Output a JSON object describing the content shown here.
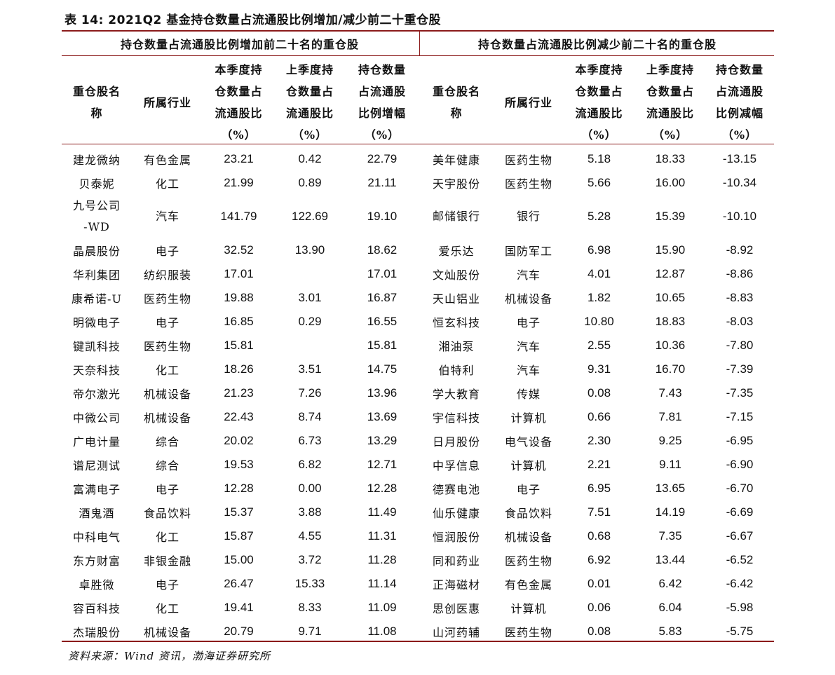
{
  "title": "表 14:  2021Q2 基金持仓数量占流通股比例增加/减少前二十重仓股",
  "groups": {
    "left": "持仓数量占流通股比例增加前二十名的重仓股",
    "right": "持仓数量占流通股比例减少前二十名的重仓股"
  },
  "headers": {
    "left": [
      "重仓股名\n称",
      "所属行业",
      "本季度持\n仓数量占\n流通股比\n（%）",
      "上季度持\n仓数量占\n流通股比\n（%）",
      "持仓数量\n占流通股\n比例增幅\n（%）"
    ],
    "right": [
      "重仓股名\n称",
      "所属行业",
      "本季度持\n仓数量占\n流通股比\n（%）",
      "上季度持\n仓数量占\n流通股比\n（%）",
      "持仓数量\n占流通股\n比例减幅\n（%）"
    ]
  },
  "rows": [
    [
      "建龙微纳",
      "有色金属",
      "23.21",
      "0.42",
      "22.79",
      "美年健康",
      "医药生物",
      "5.18",
      "18.33",
      "-13.15"
    ],
    [
      "贝泰妮",
      "化工",
      "21.99",
      "0.89",
      "21.11",
      "天宇股份",
      "医药生物",
      "5.66",
      "16.00",
      "-10.34"
    ],
    [
      "九号公司\n-WD",
      "汽车",
      "141.79",
      "122.69",
      "19.10",
      "邮储银行",
      "银行",
      "5.28",
      "15.39",
      "-10.10"
    ],
    [
      "晶晨股份",
      "电子",
      "32.52",
      "13.90",
      "18.62",
      "爱乐达",
      "国防军工",
      "6.98",
      "15.90",
      "-8.92"
    ],
    [
      "华利集团",
      "纺织服装",
      "17.01",
      "",
      "17.01",
      "文灿股份",
      "汽车",
      "4.01",
      "12.87",
      "-8.86"
    ],
    [
      "康希诺-U",
      "医药生物",
      "19.88",
      "3.01",
      "16.87",
      "天山铝业",
      "机械设备",
      "1.82",
      "10.65",
      "-8.83"
    ],
    [
      "明微电子",
      "电子",
      "16.85",
      "0.29",
      "16.55",
      "恒玄科技",
      "电子",
      "10.80",
      "18.83",
      "-8.03"
    ],
    [
      "键凯科技",
      "医药生物",
      "15.81",
      "",
      "15.81",
      "湘油泵",
      "汽车",
      "2.55",
      "10.36",
      "-7.80"
    ],
    [
      "天奈科技",
      "化工",
      "18.26",
      "3.51",
      "14.75",
      "伯特利",
      "汽车",
      "9.31",
      "16.70",
      "-7.39"
    ],
    [
      "帝尔激光",
      "机械设备",
      "21.23",
      "7.26",
      "13.96",
      "学大教育",
      "传媒",
      "0.08",
      "7.43",
      "-7.35"
    ],
    [
      "中微公司",
      "机械设备",
      "22.43",
      "8.74",
      "13.69",
      "宇信科技",
      "计算机",
      "0.66",
      "7.81",
      "-7.15"
    ],
    [
      "广电计量",
      "综合",
      "20.02",
      "6.73",
      "13.29",
      "日月股份",
      "电气设备",
      "2.30",
      "9.25",
      "-6.95"
    ],
    [
      "谱尼测试",
      "综合",
      "19.53",
      "6.82",
      "12.71",
      "中孚信息",
      "计算机",
      "2.21",
      "9.11",
      "-6.90"
    ],
    [
      "富满电子",
      "电子",
      "12.28",
      "0.00",
      "12.28",
      "德赛电池",
      "电子",
      "6.95",
      "13.65",
      "-6.70"
    ],
    [
      "酒鬼酒",
      "食品饮料",
      "15.37",
      "3.88",
      "11.49",
      "仙乐健康",
      "食品饮料",
      "7.51",
      "14.19",
      "-6.69"
    ],
    [
      "中科电气",
      "化工",
      "15.87",
      "4.55",
      "11.31",
      "恒润股份",
      "机械设备",
      "0.68",
      "7.35",
      "-6.67"
    ],
    [
      "东方财富",
      "非银金融",
      "15.00",
      "3.72",
      "11.28",
      "同和药业",
      "医药生物",
      "6.92",
      "13.44",
      "-6.52"
    ],
    [
      "卓胜微",
      "电子",
      "26.47",
      "15.33",
      "11.14",
      "正海磁材",
      "有色金属",
      "0.01",
      "6.42",
      "-6.42"
    ],
    [
      "容百科技",
      "化工",
      "19.41",
      "8.33",
      "11.09",
      "思创医惠",
      "计算机",
      "0.06",
      "6.04",
      "-5.98"
    ],
    [
      "杰瑞股份",
      "机械设备",
      "20.79",
      "9.71",
      "11.08",
      "山河药辅",
      "医药生物",
      "0.08",
      "5.83",
      "-5.75"
    ]
  ],
  "source": "资料来源：Wind 资讯，渤海证券研究所",
  "colors": {
    "rule": "#8b1a1a"
  }
}
